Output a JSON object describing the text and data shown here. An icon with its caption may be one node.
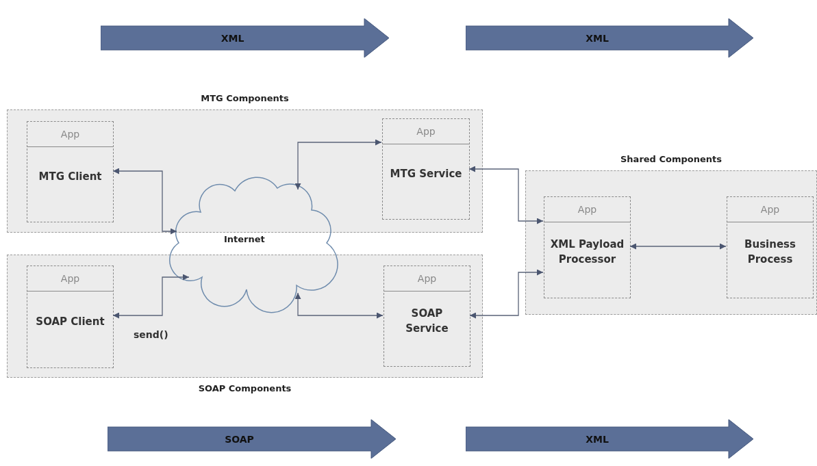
{
  "diagram": {
    "nodes": [
      {
        "text": [
          "XML"
        ]
      },
      {
        "text": [
          "XML"
        ]
      },
      {
        "text": [
          "MTG Components"
        ]
      },
      {
        "text": [
          "App",
          "MTG Client"
        ],
        "in": 2
      },
      {
        "text": [
          "App",
          "MTG Service"
        ],
        "in": 2
      },
      {
        "text": [
          "Internet"
        ]
      },
      {
        "text": [
          "Shared Components"
        ]
      },
      {
        "text": [
          "App",
          "XML Payload Processor"
        ],
        "in": 6
      },
      {
        "text": [
          "App",
          "Business Process"
        ],
        "in": 6
      },
      {
        "text": [
          "SOAP Components"
        ]
      },
      {
        "text": [
          "App",
          "SOAP Client"
        ],
        "in": 9
      },
      {
        "text": [
          "App",
          "SOAP Service"
        ],
        "in": 9
      },
      {
        "text": [
          "SOAP"
        ]
      },
      {
        "text": [
          "XML"
        ]
      }
    ],
    "edges": [
      {
        "from": 3,
        "to": 5,
        "arrow": "both"
      },
      {
        "from": 4,
        "to": 5,
        "arrow": "both"
      },
      {
        "from": 10,
        "to": 5,
        "arrow": "both",
        "label": "send()"
      },
      {
        "from": 11,
        "to": 5,
        "arrow": "both"
      },
      {
        "from": 4,
        "to": 7,
        "arrow": "both"
      },
      {
        "from": 11,
        "to": 7,
        "arrow": "both"
      },
      {
        "from": 7,
        "to": 8,
        "arrow": "both"
      }
    ]
  }
}
